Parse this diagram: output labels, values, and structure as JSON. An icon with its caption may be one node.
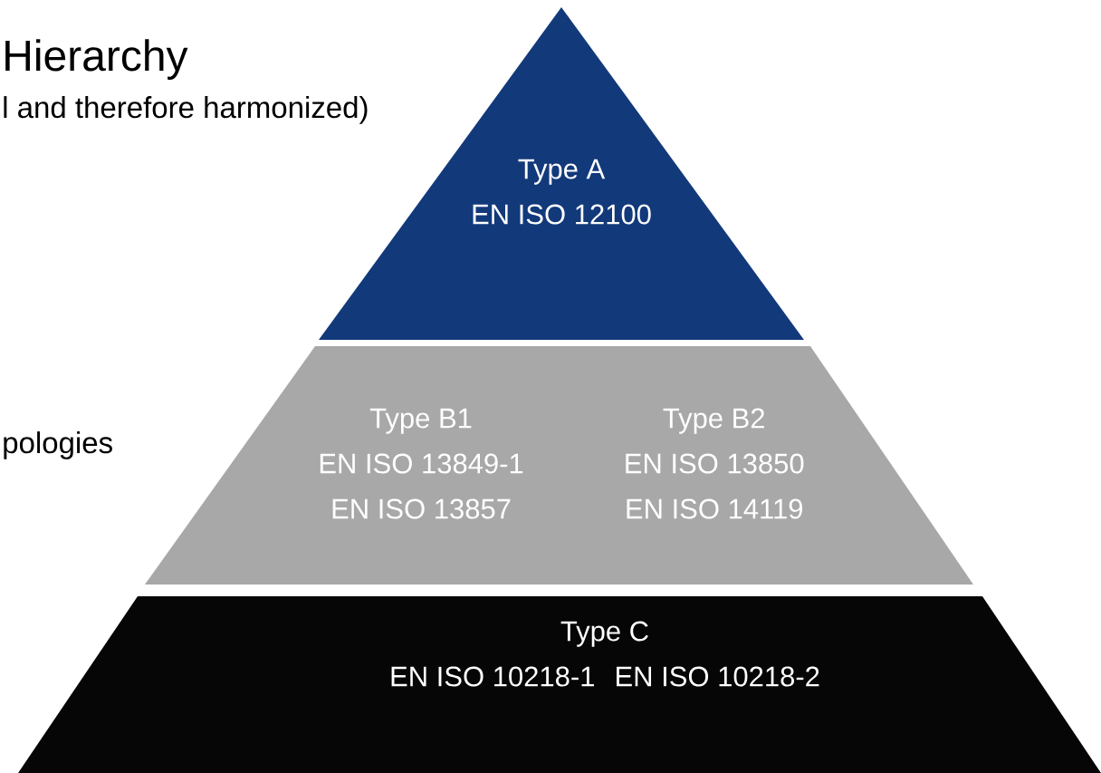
{
  "diagram": {
    "title": "Hierarchy",
    "nodes": [
      {
        "text": [
          "Type A",
          "EN ISO 12100"
        ]
      },
      {
        "text": [
          "Type B1",
          "EN ISO 13849-1",
          "EN ISO 13857",
          "Type B2",
          "EN ISO 13850",
          "EN ISO 14119"
        ]
      },
      {
        "text": [
          "Type C",
          "EN ISO 10218-1",
          "EN ISO 10218-2"
        ]
      }
    ],
    "labels": [
      "l and therefore harmonized)",
      "pologies"
    ]
  }
}
